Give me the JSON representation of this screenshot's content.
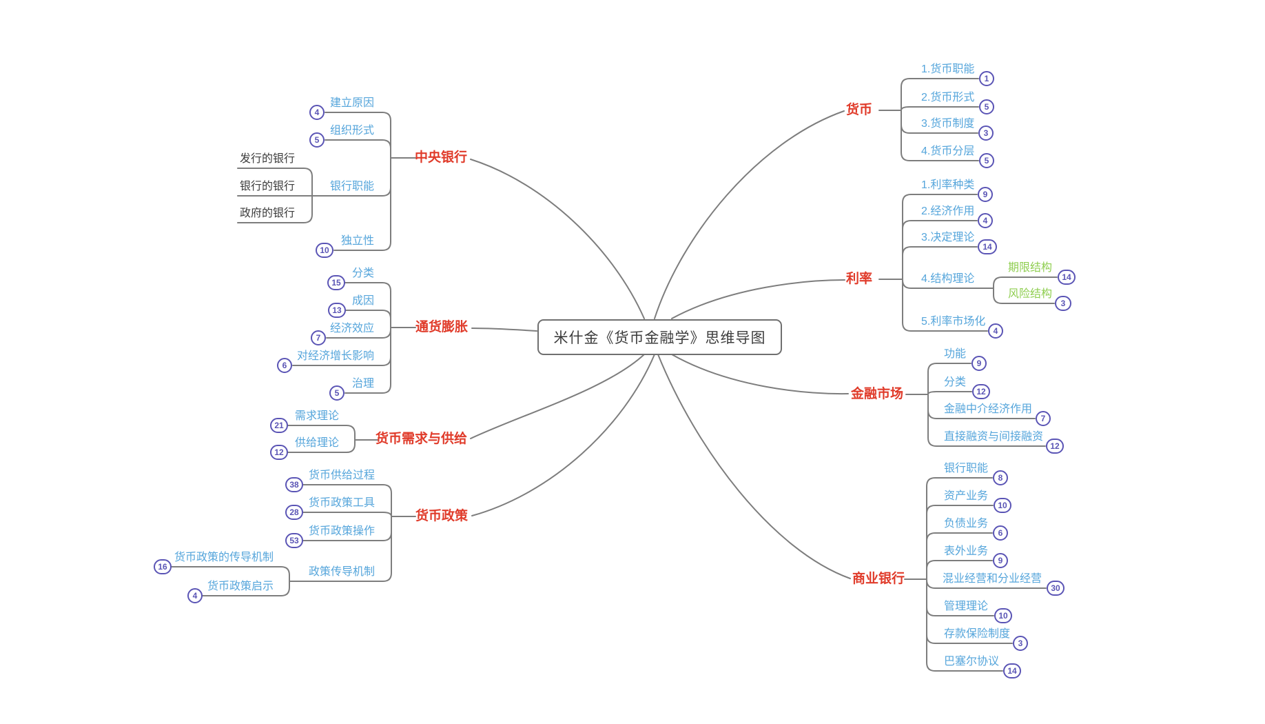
{
  "title": "米什金《货币金融学》思维导图",
  "colors": {
    "branch_red": "#E03B2A",
    "child_blue": "#55A5DB",
    "sub_green": "#8FCE50",
    "text_black": "#3C3C3C",
    "badge_purple": "#5A54B5",
    "line_gray": "#7D7D7D"
  },
  "branches": [
    {
      "label": "货币",
      "side": "right",
      "children": [
        {
          "label": "1.货币职能",
          "count": "1"
        },
        {
          "label": "2.货币形式",
          "count": "5"
        },
        {
          "label": "3.货币制度",
          "count": "3"
        },
        {
          "label": "4.货币分层",
          "count": "5"
        }
      ]
    },
    {
      "label": "利率",
      "side": "right",
      "children": [
        {
          "label": "1.利率种类",
          "count": "9"
        },
        {
          "label": "2.经济作用",
          "count": "4"
        },
        {
          "label": "3.决定理论",
          "count": "14"
        },
        {
          "label": "4.结构理论",
          "children": [
            {
              "label": "期限结构",
              "count": "14",
              "color": "green"
            },
            {
              "label": "风险结构",
              "count": "3",
              "color": "green"
            }
          ]
        },
        {
          "label": "5.利率市场化",
          "count": "4"
        }
      ]
    },
    {
      "label": "金融市场",
      "side": "right",
      "children": [
        {
          "label": "功能",
          "count": "9"
        },
        {
          "label": "分类",
          "count": "12"
        },
        {
          "label": "金融中介经济作用",
          "count": "7"
        },
        {
          "label": "直接融资与间接融资",
          "count": "12"
        }
      ]
    },
    {
      "label": "商业银行",
      "side": "right",
      "children": [
        {
          "label": "银行职能",
          "count": "8"
        },
        {
          "label": "资产业务",
          "count": "10"
        },
        {
          "label": "负债业务",
          "count": "6"
        },
        {
          "label": "表外业务",
          "count": "9"
        },
        {
          "label": "混业经营和分业经营",
          "count": "30"
        },
        {
          "label": "管理理论",
          "count": "10"
        },
        {
          "label": "存款保险制度",
          "count": "3"
        },
        {
          "label": "巴塞尔协议",
          "count": "14"
        }
      ]
    },
    {
      "label": "中央银行",
      "side": "left",
      "children": [
        {
          "label": "建立原因",
          "count": "4"
        },
        {
          "label": "组织形式",
          "count": "5"
        },
        {
          "label": "银行职能",
          "children": [
            {
              "label": "发行的银行",
              "color": "black"
            },
            {
              "label": "银行的银行",
              "color": "black"
            },
            {
              "label": "政府的银行",
              "color": "black"
            }
          ]
        },
        {
          "label": "独立性",
          "count": "10"
        }
      ]
    },
    {
      "label": "通货膨胀",
      "side": "left",
      "children": [
        {
          "label": "分类",
          "count": "15"
        },
        {
          "label": "成因",
          "count": "13"
        },
        {
          "label": "经济效应",
          "count": "7"
        },
        {
          "label": "对经济增长影响",
          "count": "6"
        },
        {
          "label": "治理",
          "count": "5"
        }
      ]
    },
    {
      "label": "货币需求与供给",
      "side": "left",
      "children": [
        {
          "label": "需求理论",
          "count": "21"
        },
        {
          "label": "供给理论",
          "count": "12"
        }
      ]
    },
    {
      "label": "货币政策",
      "side": "left",
      "children": [
        {
          "label": "货币供给过程",
          "count": "38"
        },
        {
          "label": "货币政策工具",
          "count": "28"
        },
        {
          "label": "货币政策操作",
          "count": "53"
        },
        {
          "label": "政策传导机制",
          "children": [
            {
              "label": "货币政策的传导机制",
              "count": "16"
            },
            {
              "label": "货币政策启示",
              "count": "4"
            }
          ]
        }
      ]
    }
  ]
}
